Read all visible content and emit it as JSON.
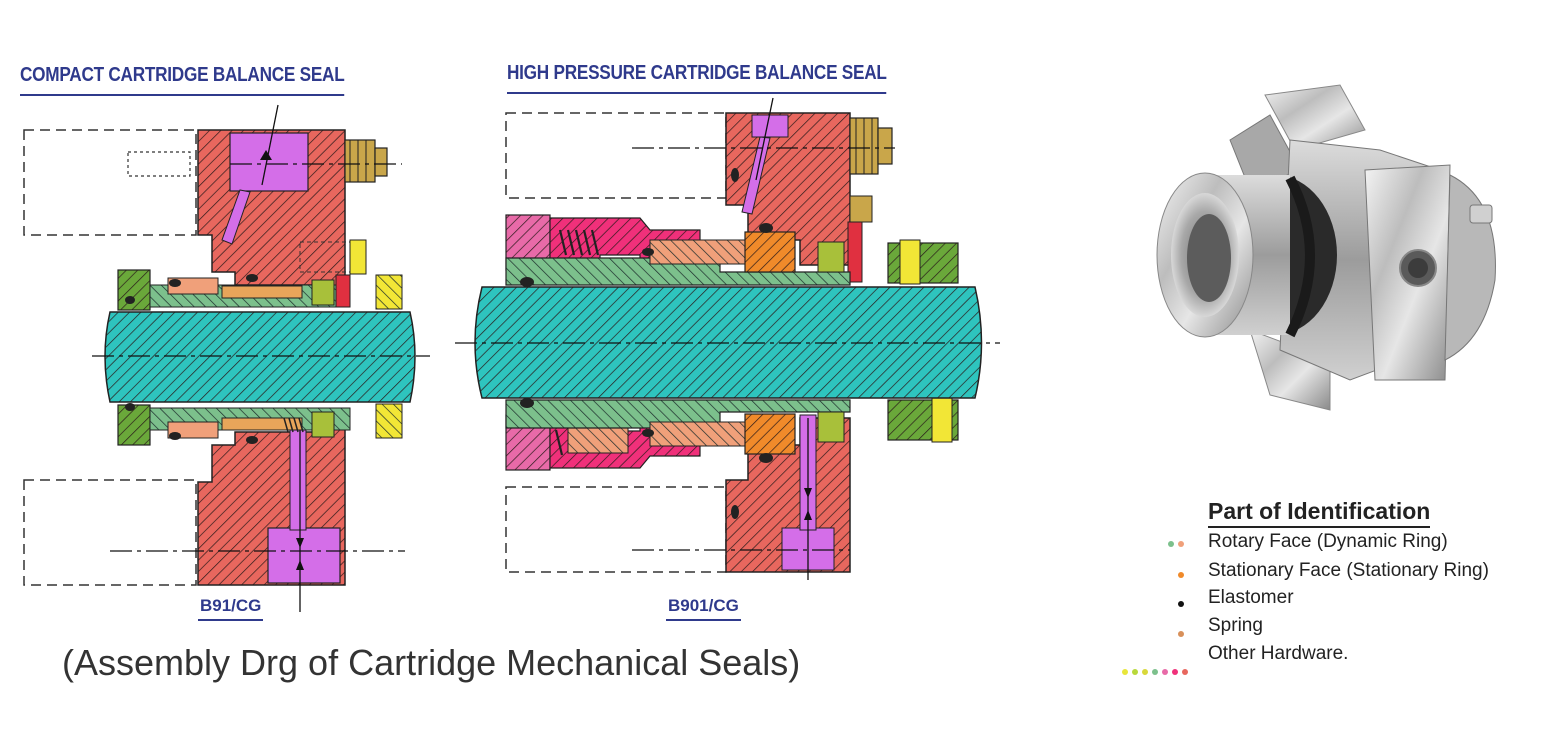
{
  "titles": {
    "left": "COMPACT CARTRIDGE BALANCE SEAL",
    "right": "HIGH PRESSURE CARTRIDGE BALANCE SEAL"
  },
  "codes": {
    "left": "B91/CG",
    "right": "B901/CG"
  },
  "caption": "(Assembly Drg of Cartridge Mechanical Seals)",
  "legend": {
    "title": "Part of Identification",
    "items": [
      "Rotary Face (Dynamic Ring)",
      "Stationary Face (Stationary Ring)",
      "Elastomer",
      "Spring",
      "Other Hardware."
    ]
  },
  "colors": {
    "title_blue": "#2f3a8c",
    "gland_red": "#e8675e",
    "shaft_teal": "#2ec4be",
    "sleeve_green": "#7cc08c",
    "collar_green": "#6aa83a",
    "port_magenta": "#d46ee8",
    "ring_orange": "#f08a2a",
    "pink_part": "#f0307a",
    "yellow_screw": "#f2e636",
    "bolt_tan": "#c9a64a"
  }
}
